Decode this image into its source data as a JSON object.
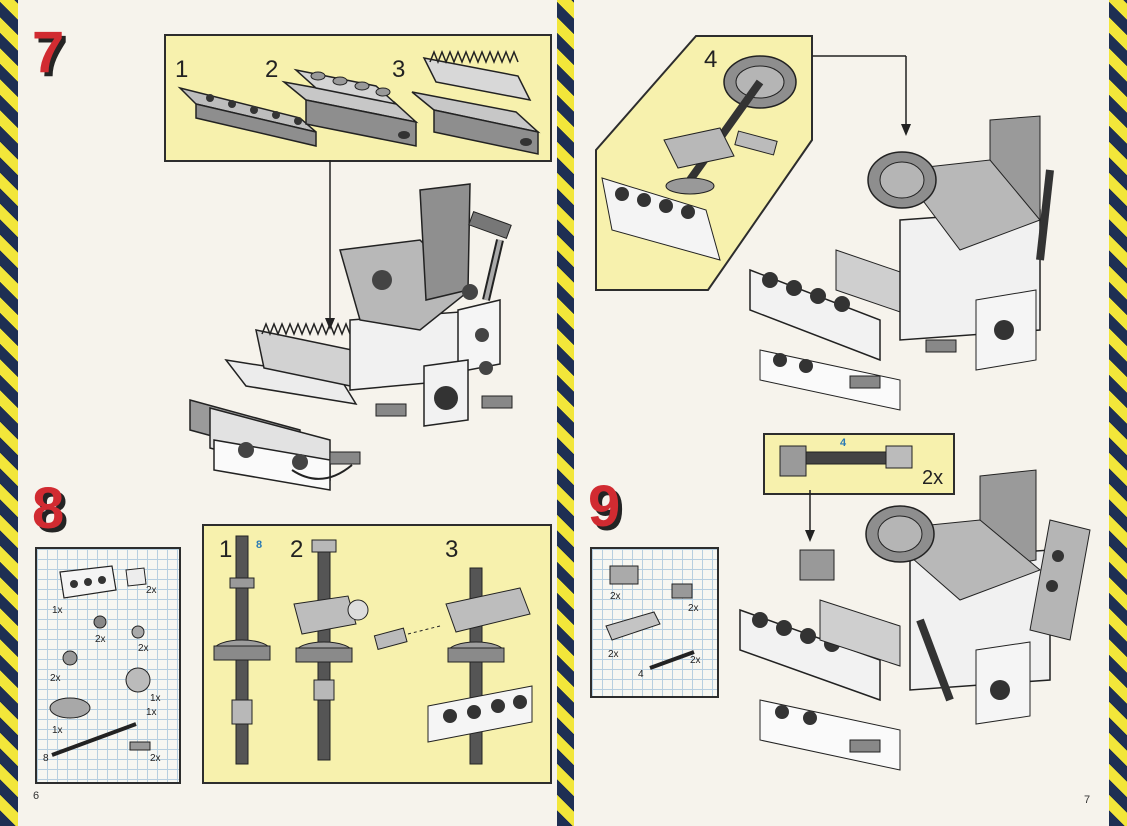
{
  "left_page": {
    "step7": {
      "number": "7",
      "substeps": [
        "1",
        "2",
        "3"
      ]
    },
    "step8": {
      "number": "8",
      "parts": [
        {
          "qty": "1x"
        },
        {
          "qty": "2x"
        },
        {
          "qty": "2x"
        },
        {
          "qty": "2x"
        },
        {
          "qty": "2x"
        },
        {
          "qty": "1x"
        },
        {
          "qty": "1x"
        },
        {
          "qty": "1x"
        },
        {
          "qty": "2x"
        }
      ],
      "axle_length": "8",
      "substeps": [
        "1",
        "2",
        "3"
      ],
      "substep1_axle": "8"
    },
    "page_number": "6"
  },
  "right_page": {
    "step8_cont": {
      "substep": "4"
    },
    "subassembly": {
      "axle_length": "4",
      "qty": "2x"
    },
    "step9": {
      "number": "9",
      "parts": [
        {
          "qty": "2x"
        },
        {
          "qty": "2x"
        },
        {
          "qty": "2x"
        },
        {
          "qty": "2x"
        }
      ],
      "axle_length": "4"
    },
    "page_number": "7"
  },
  "colors": {
    "hazard_yellow": "#f2e63a",
    "hazard_navy": "#1e2f53",
    "step_red": "#d12b31",
    "panel_yellow": "#f7f1ad",
    "part_blue": "#2a7ab5"
  }
}
